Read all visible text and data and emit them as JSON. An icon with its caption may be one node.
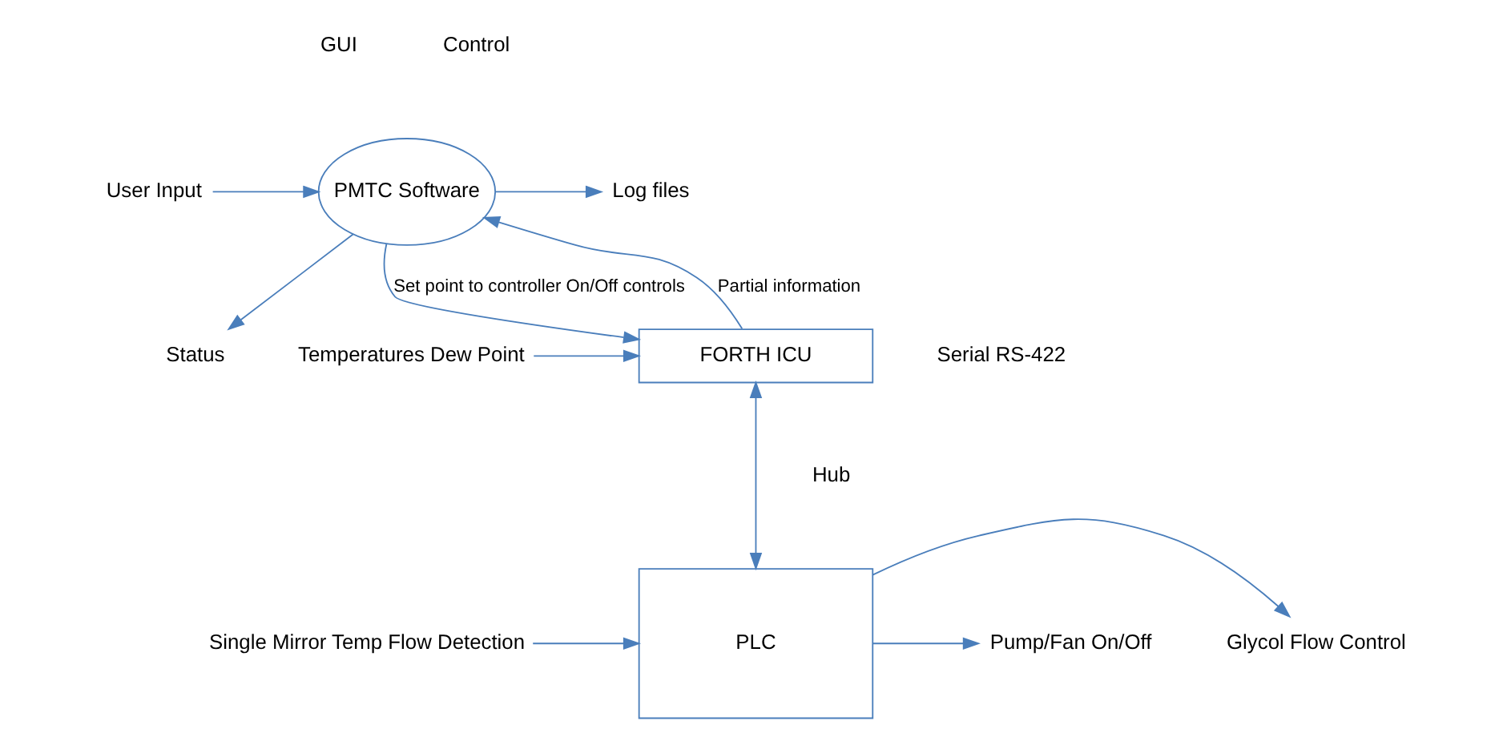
{
  "diagram": {
    "nodes": [
      {
        "text": [
          "PMTC Software"
        ]
      },
      {
        "text": [
          "User Input"
        ]
      },
      {
        "text": [
          "Status"
        ]
      },
      {
        "text": [
          "Log files"
        ]
      },
      {
        "text": [
          "FORTH ICU"
        ]
      },
      {
        "text": [
          "Temperatures Dew Point"
        ]
      },
      {
        "text": [
          "PLC"
        ]
      },
      {
        "text": [
          "Single Mirror Temp Flow Detection"
        ]
      },
      {
        "text": [
          "Glycol Flow Control"
        ]
      },
      {
        "text": [
          "Pump/Fan On/Off"
        ]
      }
    ],
    "edges": [
      {
        "from": 1,
        "to": 0,
        "arrow": "to"
      },
      {
        "from": 0,
        "to": 2,
        "arrow": "to"
      },
      {
        "from": 0,
        "to": 3,
        "arrow": "to"
      },
      {
        "from": 4,
        "to": 0,
        "arrow": "to",
        "label": "Partial information"
      },
      {
        "from": 0,
        "to": 4,
        "arrow": "to",
        "label": "Set point to controller On/Off controls"
      },
      {
        "from": 5,
        "to": 4,
        "arrow": "to"
      },
      {
        "from": 4,
        "to": 6,
        "arrow": "both"
      },
      {
        "from": 7,
        "to": 6,
        "arrow": "to"
      },
      {
        "from": 6,
        "to": 8,
        "arrow": "to"
      },
      {
        "from": 6,
        "to": 9,
        "arrow": "to"
      }
    ],
    "labels": [
      "GUI",
      "Control",
      "Serial RS-422",
      "Hub"
    ]
  }
}
